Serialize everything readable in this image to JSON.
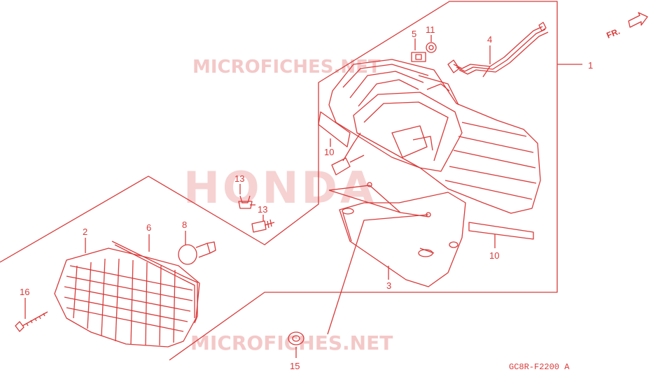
{
  "watermark": {
    "top": "MICROFICHES.NET",
    "center": "HONDA",
    "bottom": "MICROFICHES.NET"
  },
  "direction": "FR.",
  "diagram_code": "GC8R-F2200 A",
  "callouts": {
    "c1": "1",
    "c2": "2",
    "c3": "3",
    "c4": "4",
    "c5": "5",
    "c6": "6",
    "c8": "8",
    "c10a": "10",
    "c10b": "10",
    "c11": "11",
    "c13a": "13",
    "c13b": "13",
    "c15": "15",
    "c16": "16"
  },
  "colors": {
    "line": "#d93a3a",
    "watermark": "#f4c8c8"
  }
}
